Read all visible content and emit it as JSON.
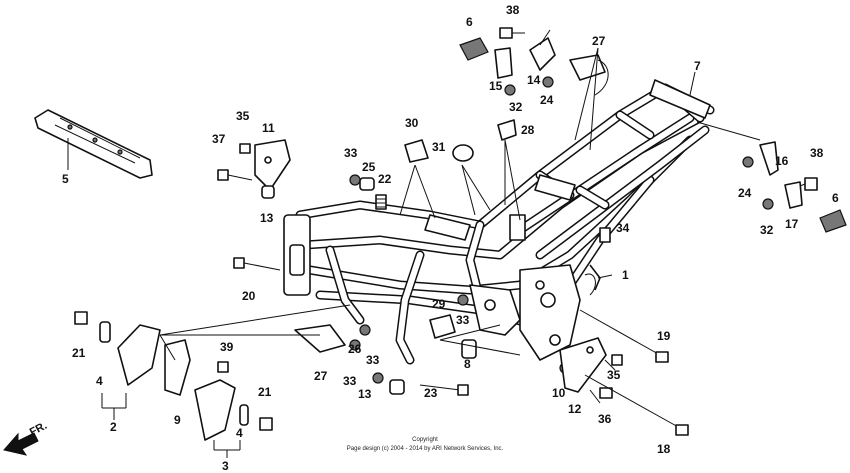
{
  "direction_label": "FR.",
  "copyright_line1": "Copyright",
  "copyright_line2": "Page design (c) 2004 - 2014 by ARI Network Services, Inc.",
  "callouts": [
    {
      "id": "c6a",
      "text": "6"
    },
    {
      "id": "c38a",
      "text": "38"
    },
    {
      "id": "c27a",
      "text": "27"
    },
    {
      "id": "c7",
      "text": "7"
    },
    {
      "id": "c15",
      "text": "15"
    },
    {
      "id": "c14",
      "text": "14"
    },
    {
      "id": "c32a",
      "text": "32"
    },
    {
      "id": "c24a",
      "text": "24"
    },
    {
      "id": "c35a",
      "text": "35"
    },
    {
      "id": "c11",
      "text": "11"
    },
    {
      "id": "c37",
      "text": "37"
    },
    {
      "id": "c5",
      "text": "5"
    },
    {
      "id": "c30",
      "text": "30"
    },
    {
      "id": "c31",
      "text": "31"
    },
    {
      "id": "c28",
      "text": "28"
    },
    {
      "id": "c33a",
      "text": "33"
    },
    {
      "id": "c25",
      "text": "25"
    },
    {
      "id": "c22",
      "text": "22"
    },
    {
      "id": "c13a",
      "text": "13"
    },
    {
      "id": "c16",
      "text": "16"
    },
    {
      "id": "c38b",
      "text": "38"
    },
    {
      "id": "c24b",
      "text": "24"
    },
    {
      "id": "c6b",
      "text": "6"
    },
    {
      "id": "c34",
      "text": "34"
    },
    {
      "id": "c32b",
      "text": "32"
    },
    {
      "id": "c17",
      "text": "17"
    },
    {
      "id": "c1",
      "text": "1"
    },
    {
      "id": "c20",
      "text": "20"
    },
    {
      "id": "c29",
      "text": "29"
    },
    {
      "id": "c33b",
      "text": "33"
    },
    {
      "id": "c19",
      "text": "19"
    },
    {
      "id": "c21a",
      "text": "21"
    },
    {
      "id": "c39",
      "text": "39"
    },
    {
      "id": "c26",
      "text": "26"
    },
    {
      "id": "c33c",
      "text": "33"
    },
    {
      "id": "c8",
      "text": "8"
    },
    {
      "id": "c4a",
      "text": "4"
    },
    {
      "id": "c27b",
      "text": "27"
    },
    {
      "id": "c35b",
      "text": "35"
    },
    {
      "id": "c33d",
      "text": "33"
    },
    {
      "id": "c13b",
      "text": "13"
    },
    {
      "id": "c23",
      "text": "23"
    },
    {
      "id": "c10",
      "text": "10"
    },
    {
      "id": "c2",
      "text": "2"
    },
    {
      "id": "c9",
      "text": "9"
    },
    {
      "id": "c21b",
      "text": "21"
    },
    {
      "id": "c12",
      "text": "12"
    },
    {
      "id": "c36",
      "text": "36"
    },
    {
      "id": "c4b",
      "text": "4"
    },
    {
      "id": "c18",
      "text": "18"
    },
    {
      "id": "c3",
      "text": "3"
    }
  ]
}
